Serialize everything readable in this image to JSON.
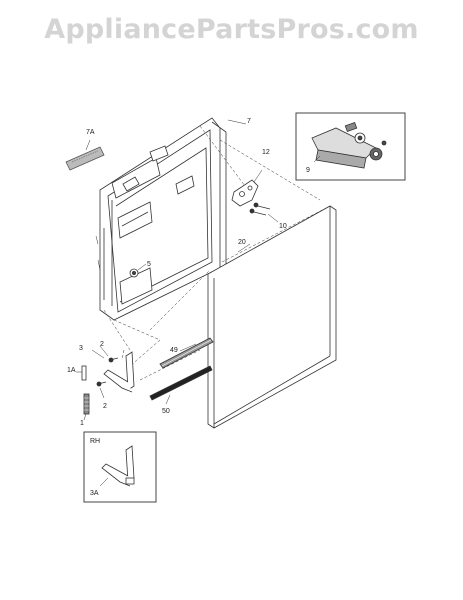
{
  "watermark": "AppliancePartsPros.com",
  "callouts": {
    "c7a": "7A",
    "c7": "7",
    "c12": "12",
    "c9": "9",
    "c10": "10",
    "c20": "20",
    "c5": "5",
    "c3": "3",
    "c2a": "2",
    "c1a": "1A",
    "c2b": "2",
    "c1": "1",
    "c49": "49",
    "c50": "50",
    "rh": "RH",
    "c3a": "3A"
  },
  "colors": {
    "line": "#333333",
    "panel_fill": "#ffffff",
    "watermark": "#d4d4d4"
  }
}
